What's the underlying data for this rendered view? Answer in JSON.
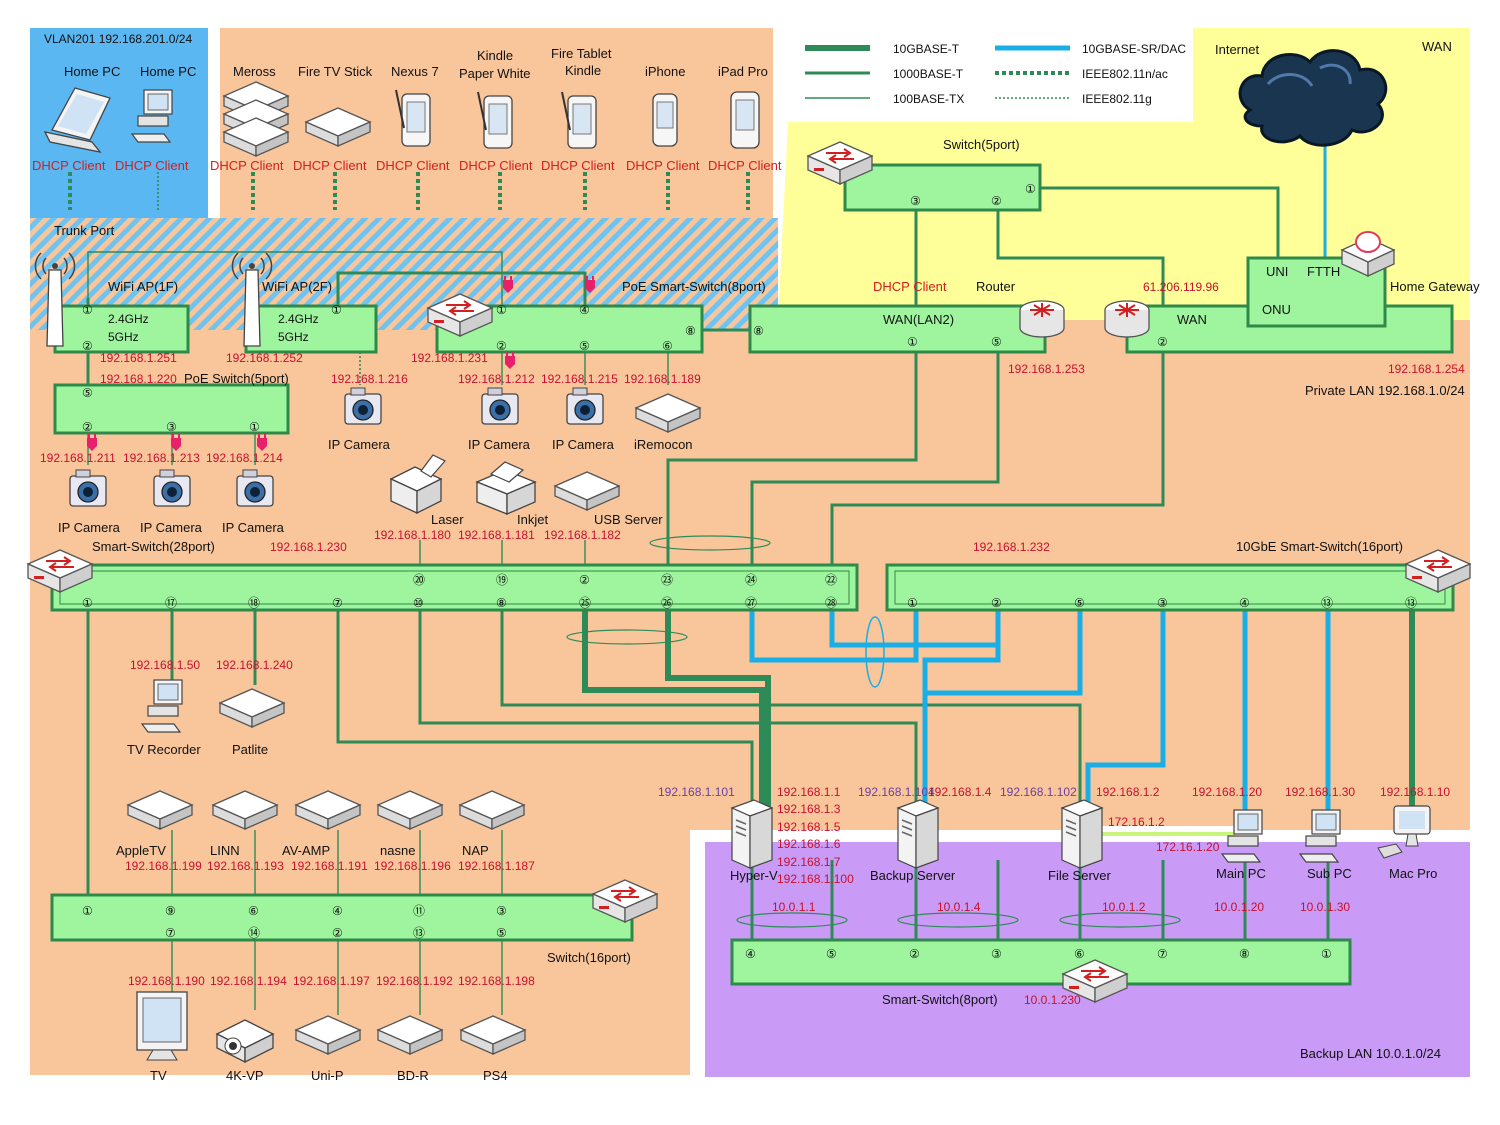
{
  "colors": {
    "vlan_bg": "#5ab7f2",
    "lan_bg": "#f9c69c",
    "wan_bg": "#ffff99",
    "backup_bg": "#c99bf6",
    "switch_fill": "#9ef59e",
    "wire": "#2e8b57",
    "fiber": "#19aee6",
    "ip_red": "#c8102e",
    "ip_purple": "#6b3fa0"
  },
  "zones": {
    "vlan": "VLAN201 192.168.201.0/24",
    "wan": "WAN",
    "internet": "Internet",
    "private_lan": "Private LAN 192.168.1.0/24",
    "backup_lan": "Backup LAN 10.0.1.0/24",
    "trunk": "Trunk Port"
  },
  "legend": [
    {
      "label": "10GBASE-T",
      "style": "10g"
    },
    {
      "label": "1000BASE-T",
      "style": "1g"
    },
    {
      "label": "100BASE-TX",
      "style": "100m"
    },
    {
      "label": "10GBASE-SR/DAC",
      "style": "fiber"
    },
    {
      "label": "IEEE802.11n/ac",
      "style": "wifi-ac"
    },
    {
      "label": "IEEE802.11g",
      "style": "wifi-g"
    }
  ],
  "wireless_clients": {
    "dhcp": "DHCP Client",
    "home_pc": "Home PC",
    "meross": "Meross",
    "firetv": "Fire TV Stick",
    "nexus": "Nexus 7",
    "kindle_pw_1": "Kindle",
    "kindle_pw_2": "Paper White",
    "firetab_1": "Fire Tablet",
    "firetab_2": "Kindle",
    "iphone": "iPhone",
    "ipad": "iPad Pro"
  },
  "aps": {
    "ap1": "WiFi AP(1F)",
    "ap2": "WiFi AP(2F)",
    "band1": "2.4GHz",
    "band2": "5GHz",
    "ap1_ip": "192.168.1.251",
    "ap2_ip": "192.168.1.252"
  },
  "poe5": {
    "label": "PoE Switch(5port)",
    "ip": "192.168.1.220"
  },
  "poe8": {
    "label": "PoE Smart-Switch(8port)",
    "ip": "192.168.1.231"
  },
  "cams": {
    "label": "IP Camera",
    "ip211": "192.168.1.211",
    "ip213": "192.168.1.213",
    "ip214": "192.168.1.214",
    "ip216": "192.168.1.216",
    "ip212": "192.168.1.212",
    "ip215": "192.168.1.215"
  },
  "iremocon": {
    "label": "iRemocon",
    "ip": "192.168.1.189"
  },
  "switch5": {
    "label": "Switch(5port)"
  },
  "router": {
    "label": "Router",
    "dhcp": "DHCP Client",
    "wanlan2": "WAN(LAN2)",
    "ip": "192.168.1.253"
  },
  "gateway": {
    "label": "Home Gateway",
    "wan_ip": "61.206.119.96",
    "wan": "WAN",
    "uni": "UNI",
    "ftth": "FTTH",
    "onu": "ONU",
    "ip": "192.168.1.254"
  },
  "printers": {
    "laser": "Laser",
    "inkjet": "Inkjet",
    "usb": "USB Server",
    "laser_ip": "192.168.1.180",
    "inkjet_ip": "192.168.1.181",
    "usb_ip": "192.168.1.182"
  },
  "sw28": {
    "label": "Smart-Switch(28port)",
    "ip": "192.168.1.230"
  },
  "sw10g": {
    "label": "10GbE Smart-Switch(16port)",
    "ip": "192.168.1.232"
  },
  "tvrec": {
    "label": "TV Recorder",
    "ip": "192.168.1.50"
  },
  "patlite": {
    "label": "Patlite",
    "ip": "192.168.1.240"
  },
  "av": {
    "appletv": "AppleTV",
    "linn": "LINN",
    "avamp": "AV-AMP",
    "nasne": "nasne",
    "nap": "NAP",
    "appletv_ip": "192.168.1.199",
    "linn_ip": "192.168.1.193",
    "avamp_ip": "192.168.1.191",
    "nasne_ip": "192.168.1.196",
    "nap_ip": "192.168.1.187",
    "tv": "TV",
    "vp": "4K-VP",
    "unip": "Uni-P",
    "bdr": "BD-R",
    "ps4": "PS4",
    "tv_ip": "192.168.1.190",
    "vp_ip": "192.168.1.194",
    "unip_ip": "192.168.1.197",
    "bdr_ip": "192.168.1.192",
    "ps4_ip": "192.168.1.198"
  },
  "switch16": {
    "label": "Switch(16port)"
  },
  "servers": {
    "hyperv": "Hyper-V",
    "hyperv_mgmt": "192.168.1.101",
    "hyperv_ips": [
      "192.168.1.1",
      "192.168.1.3",
      "192.168.1.5",
      "192.168.1.6",
      "192.168.1.7",
      "192.168.1.100"
    ],
    "hyperv_bk": "10.0.1.1",
    "backup": "Backup Server",
    "backup_mgmt": "192.168.1.104",
    "backup_ip": "192.168.1.4",
    "backup_bk": "10.0.1.4",
    "file": "File Server",
    "file_mgmt": "192.168.1.102",
    "file_ip": "192.168.1.2",
    "file_bk": "10.0.1.2",
    "file_direct": "172.16.1.2",
    "mainpc": "Main PC",
    "mainpc_ip": "192.168.1.20",
    "mainpc_bk": "10.0.1.20",
    "mainpc_direct": "172.16.1.20",
    "subpc": "Sub PC",
    "subpc_ip": "192.168.1.30",
    "subpc_bk": "10.0.1.30",
    "mac": "Mac Pro",
    "mac_ip": "192.168.1.10"
  },
  "sw8bk": {
    "label": "Smart-Switch(8port)",
    "ip": "10.0.1.230"
  }
}
